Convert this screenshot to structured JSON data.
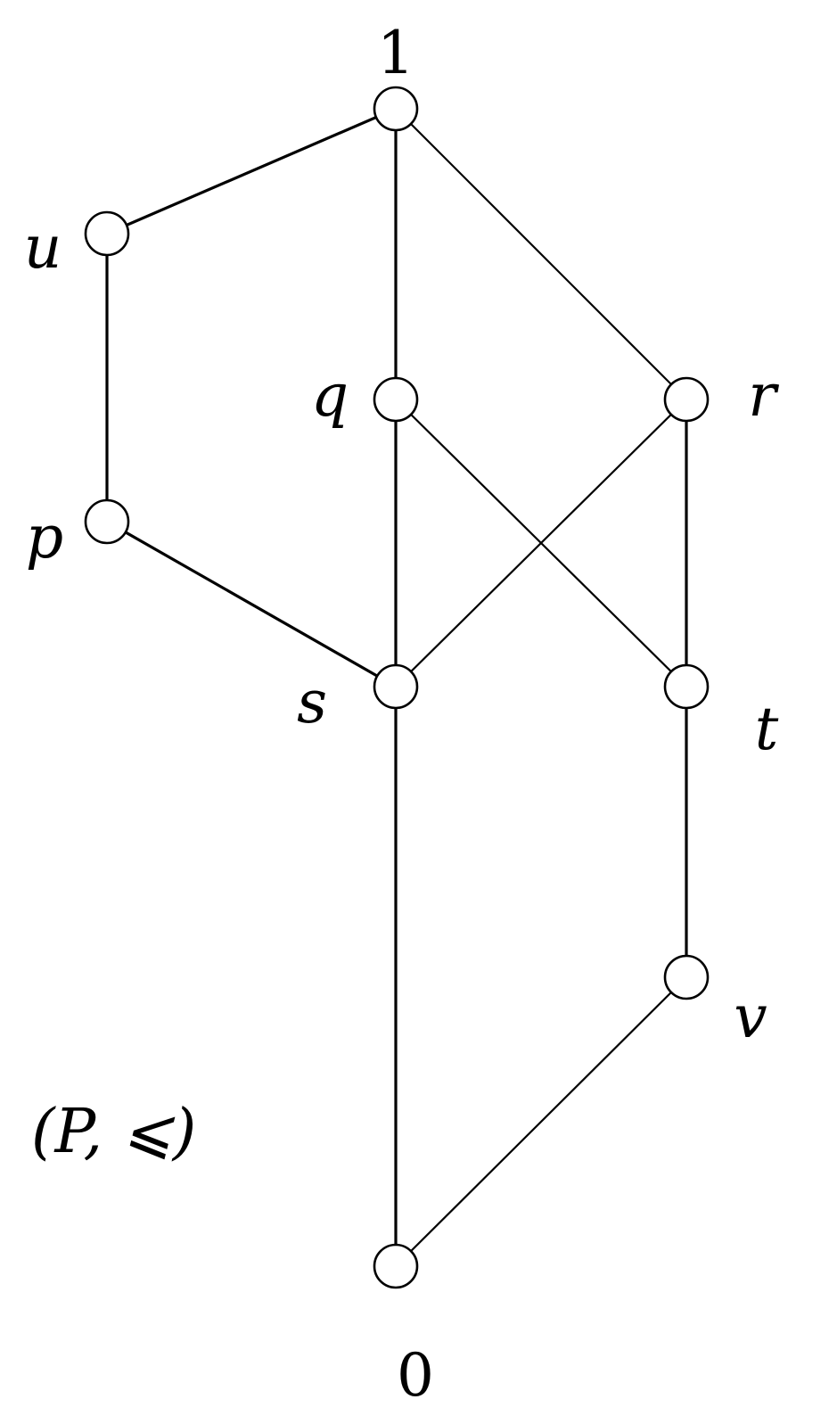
{
  "diagram": {
    "nodes": [
      {
        "id": "top",
        "label": "1"
      },
      {
        "id": "u",
        "label": "u"
      },
      {
        "id": "q",
        "label": "q"
      },
      {
        "id": "r",
        "label": "r"
      },
      {
        "id": "p",
        "label": "p"
      },
      {
        "id": "s",
        "label": "s"
      },
      {
        "id": "t",
        "label": "t"
      },
      {
        "id": "v",
        "label": "v"
      },
      {
        "id": "bottom",
        "label": "0"
      }
    ],
    "edges": [
      [
        "top",
        "u"
      ],
      [
        "top",
        "q"
      ],
      [
        "top",
        "r"
      ],
      [
        "u",
        "p"
      ],
      [
        "p",
        "s"
      ],
      [
        "q",
        "s"
      ],
      [
        "q",
        "t"
      ],
      [
        "r",
        "s"
      ],
      [
        "r",
        "t"
      ],
      [
        "s",
        "bottom"
      ],
      [
        "t",
        "v"
      ],
      [
        "v",
        "bottom"
      ]
    ],
    "caption": "(P, ⩽)",
    "colors": {
      "line": "#000000",
      "node_fill": "#ffffff"
    }
  }
}
